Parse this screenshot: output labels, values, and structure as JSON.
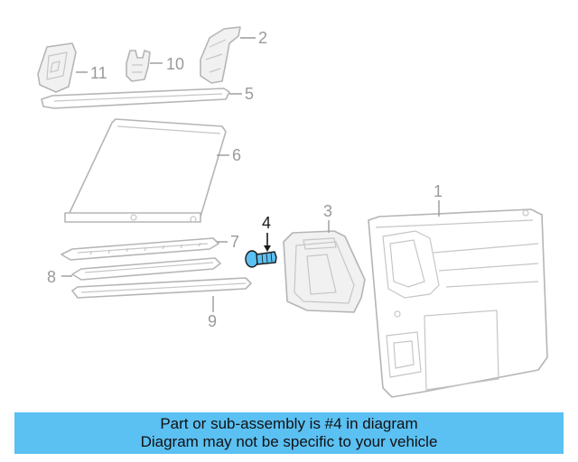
{
  "callouts": {
    "c1": "1",
    "c2": "2",
    "c3": "3",
    "c4": "4",
    "c5": "5",
    "c6": "6",
    "c7": "7",
    "c8": "8",
    "c9": "9",
    "c10": "10",
    "c11": "11"
  },
  "highlighted_part": "4",
  "caption": {
    "line1": "Part or sub-assembly is #4 in diagram",
    "line2": "Diagram may not be specific to your vehicle"
  },
  "colors": {
    "caption_background": "#5bc0f2",
    "highlight_part": "#5bc0f2",
    "line_art": "#b5b5b5",
    "label_text": "#9a9a9a"
  }
}
